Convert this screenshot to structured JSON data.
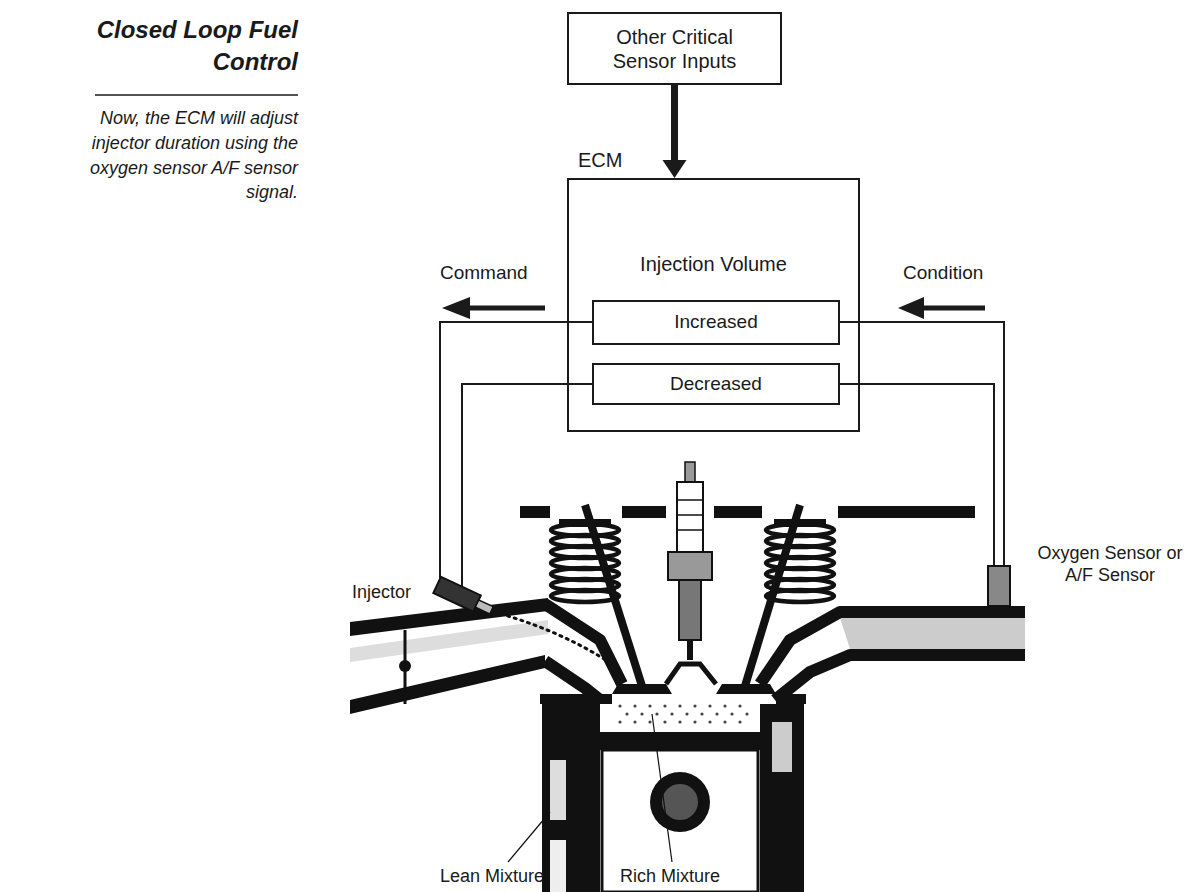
{
  "diagram": {
    "title": "Closed Loop Fuel Control",
    "caption": "Now, the ECM will adjust injector duration using the oxygen sensor A/F sensor signal.",
    "nodes": [
      {
        "text": [
          "Other Critical Sensor Inputs"
        ]
      },
      {
        "text": [
          "ECM",
          "Injection Volume"
        ]
      },
      {
        "text": [
          "Increased"
        ],
        "in": 1
      },
      {
        "text": [
          "Decreased"
        ],
        "in": 1
      }
    ],
    "edges": [
      {
        "from": 0,
        "to": 1,
        "arrow": "to"
      }
    ],
    "labels": [
      "Command",
      "Condition",
      "Injector",
      "Oxygen Sensor or A/F Sensor",
      "Lean Mixture",
      "Rich Mixture"
    ]
  }
}
